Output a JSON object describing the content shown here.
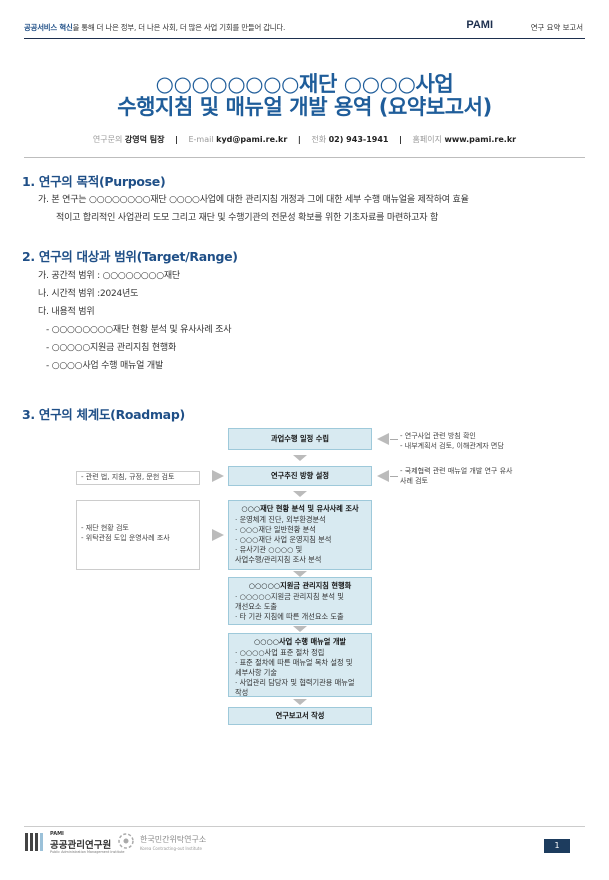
{
  "header": {
    "tagline_hl": "공공서비스 혁신",
    "tagline_rest": "을 통해 더 나은 정부, 더 나은 사회, 더 많은 사업 기회를 만들어 갑니다.",
    "brand": "PAMI",
    "doc_type": "연구 요약 보고서"
  },
  "title": {
    "line1": "○○○○○○○○재단 ○○○○사업",
    "line2": "수행지침 및 매뉴얼 개발 용역 (요약보고서)"
  },
  "contact": {
    "researcher_label": "연구문의",
    "researcher": "강영덕 팀장",
    "email_label": "E-mail",
    "email": "kyd@pami.re.kr",
    "phone_label": "전화",
    "phone": "02) 943-1941",
    "web_label": "홈페이지",
    "web": "www.pami.re.kr",
    "separator": "|"
  },
  "sections": {
    "purpose": {
      "heading": "1. 연구의 목적(Purpose)",
      "line1": "가. 본 연구는 ○○○○○○○○재단 ○○○○사업에 대한 관리지침 개정과 그에 대한 세부 수행 매뉴얼을 제작하여 효율",
      "line2": "적이고 합리적인 사업관리 도모 그리고 재단 및 수행기관의 전문성 확보를 위한 기초자료를 마련하고자 함"
    },
    "target": {
      "heading": "2. 연구의 대상과 범위(Target/Range)",
      "items": [
        "가. 공간적 범위 : ○○○○○○○○재단",
        "나. 시간적 범위 :2024년도",
        "다. 내용적 범위"
      ],
      "subitems": [
        "- ○○○○○○○○재단 현황 분석 및 유사사례 조사",
        "- ○○○○○지원금 관리지침 현행화",
        "- ○○○○사업 수행 매뉴얼 개발"
      ]
    },
    "roadmap": {
      "heading": "3. 연구의 체계도(Roadmap)",
      "box1": "과업수행 일정 수립",
      "box2": "연구추진 방향 설정",
      "box3": {
        "title": "○○○재단 현황 분석 및 유사사례 조사",
        "lines": [
          "· 운영체계 진단, 외부환경분석",
          "· ○○○재단 일반현황 분석",
          "· ○○○재단 사업 운영지침 분석",
          "· 유사기관 ○○○○ 및",
          "  사업수행/관리지침 조사 분석"
        ]
      },
      "box4": {
        "title": "○○○○○지원금 관리지침 현행화",
        "lines": [
          "· ○○○○○지원금 관리지침 분석 및",
          "  개선요소 도출",
          "· 타 기관 지침에 따른 개선요소 도출"
        ]
      },
      "box5": {
        "title": "○○○○사업 수행 매뉴얼 개발",
        "lines": [
          "· ○○○○사업 표준 절차 정립",
          "· 표준 절차에 따른 매뉴얼 목차 설정 및",
          "  세부사항 기술",
          "· 사업관리 담당자 및 협력기관용 매뉴얼",
          "  작성"
        ]
      },
      "box6": "연구보고서 작성",
      "right_note1": [
        "- 연구사업 관련 방침 확인",
        "- 내부계획서 검토, 이해관계자 면담"
      ],
      "right_note2": [
        "- 국제협력 관련 매뉴얼 개발 연구 유사",
        "  사례 검토"
      ],
      "left_note1": "- 관련 법, 지침, 규정, 문헌 검토",
      "left_note2": [
        "- 재단 현황 검토",
        "- 위탁관점 도입 운영사례 조사"
      ]
    }
  },
  "footer": {
    "logo1_small": "PAMI",
    "logo1_name": "공공관리연구원",
    "logo1_sub": "Public Administration Management Institute",
    "logo2_name": "한국민간위탁연구소",
    "logo2_sub": "Korea Contracting-out Institute",
    "page": "1"
  },
  "colors": {
    "accent": "#1f5d9a",
    "heading": "#1f4f87",
    "box_fill": "#d8eaf1",
    "page_badge": "#1d3c5e"
  }
}
